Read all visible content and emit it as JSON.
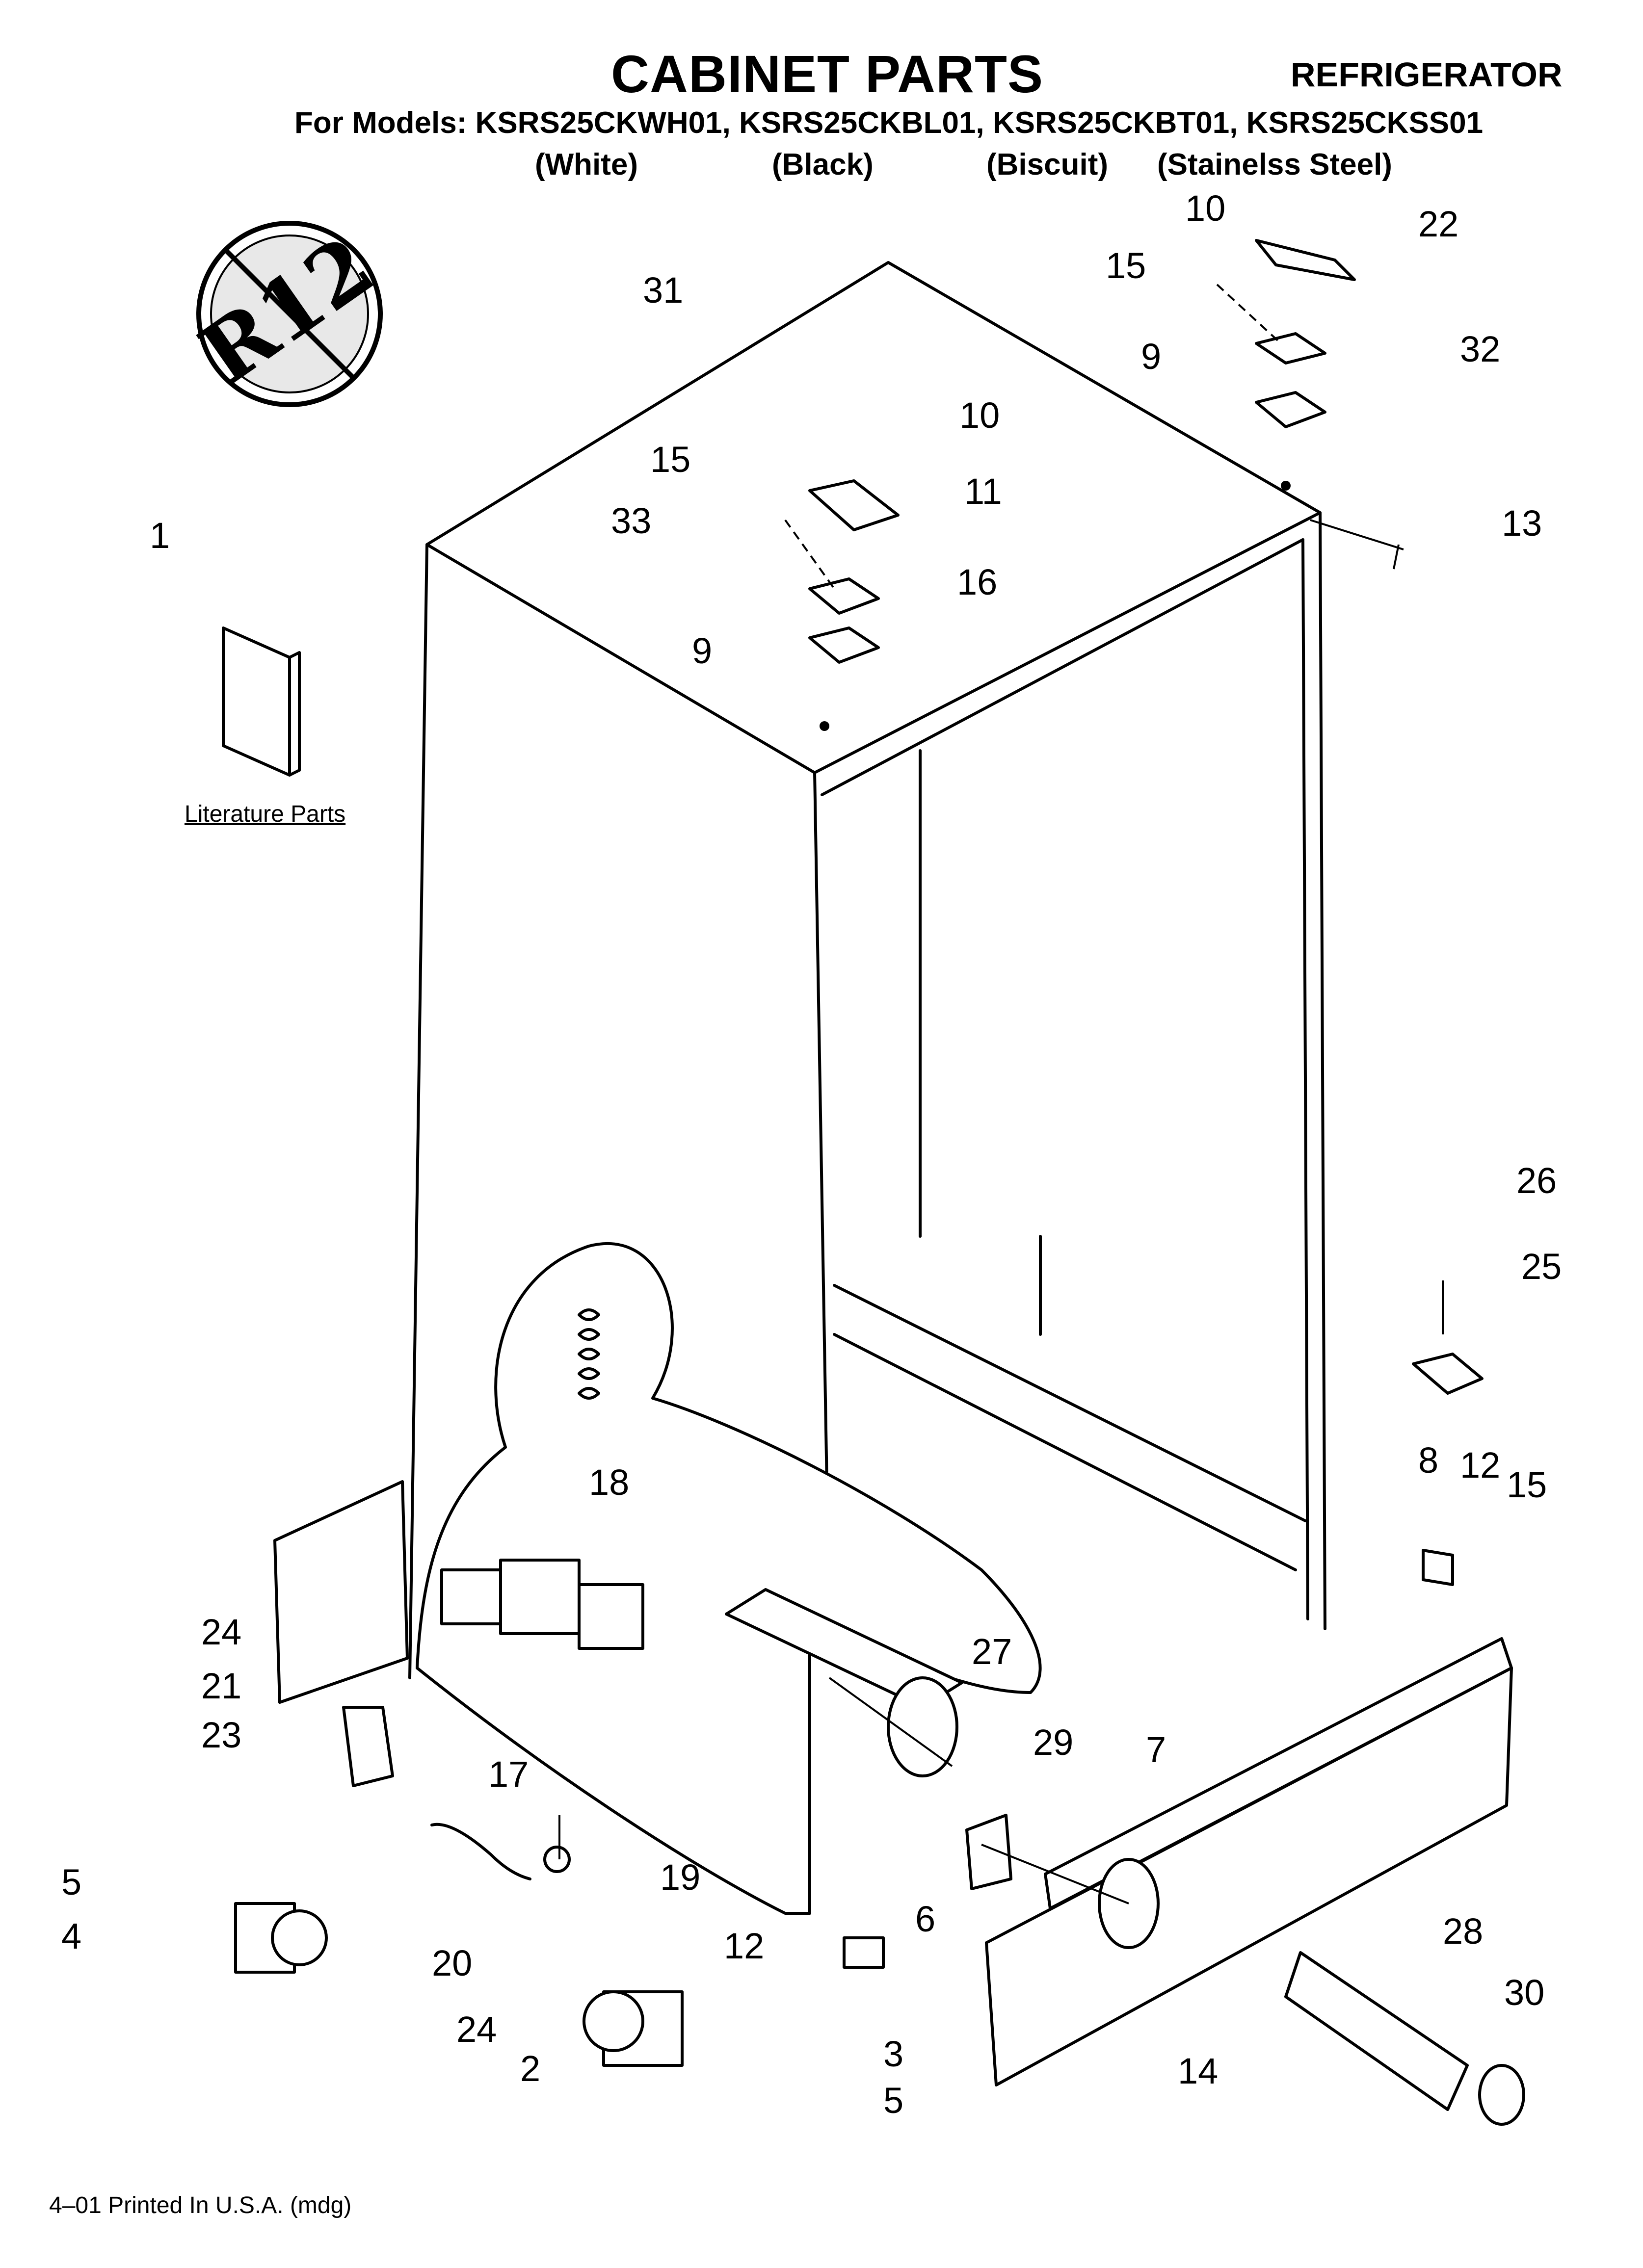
{
  "header": {
    "title": "CABINET PARTS",
    "category": "REFRIGERATOR",
    "models_line": "For Models: KSRS25CKWH01, KSRS25CKBL01, KSRS25CKBT01, KSRS25CKSS01",
    "variants": [
      "(White)",
      "(Black)",
      "(Biscuit)",
      "(Stainelss Steel)"
    ]
  },
  "badge": {
    "text": "R12",
    "icon": "no-r12-icon"
  },
  "literature_label": "Literature Parts",
  "footer": "4–01 Printed In U.S.A. (mdg)",
  "callouts": [
    "10",
    "22",
    "15",
    "32",
    "9",
    "31",
    "10",
    "15",
    "11",
    "33",
    "1",
    "16",
    "9",
    "13",
    "26",
    "25",
    "18",
    "8",
    "12",
    "15",
    "24",
    "27",
    "21",
    "23",
    "17",
    "29",
    "7",
    "5",
    "19",
    "6",
    "4",
    "20",
    "12",
    "28",
    "30",
    "24",
    "2",
    "3",
    "5",
    "14"
  ]
}
